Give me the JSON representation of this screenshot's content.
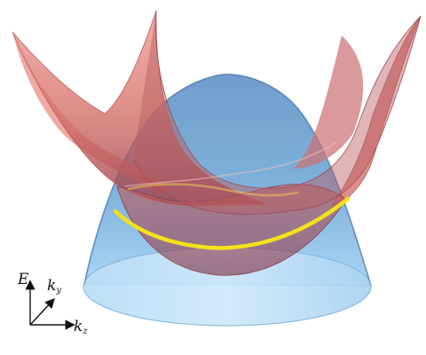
{
  "figure": {
    "surfaces": [
      {
        "id": "hole-band",
        "shape": "inverted-paraboloid-cone",
        "color": "#6fa8d8"
      },
      {
        "id": "electron-band",
        "shape": "saddle-wing-surface",
        "color": "#d86f6b"
      }
    ],
    "intersection_line_color": "#f4e21a",
    "axes": {
      "vertical": {
        "base": "E",
        "sub": ""
      },
      "y": {
        "base": "k",
        "sub": "y"
      },
      "z": {
        "base": "k",
        "sub": "z"
      }
    }
  }
}
